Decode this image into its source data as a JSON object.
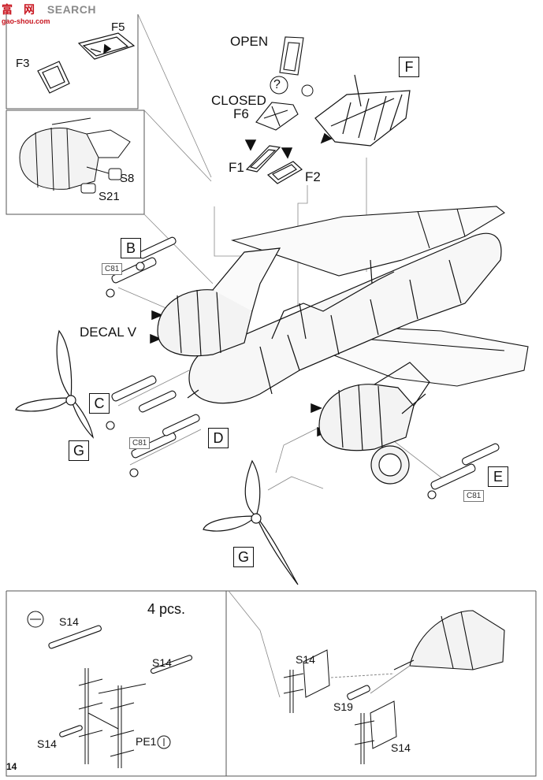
{
  "watermark": {
    "cn": "富",
    "cn2": "网",
    "en": "SEARCH",
    "url": "gao-shou.com"
  },
  "page_number": "14",
  "labels": {
    "F5": "F5",
    "F3": "F3",
    "S8": "S8",
    "S21": "S21",
    "open": "OPEN",
    "closed": "CLOSED",
    "F6": "F6",
    "question": "?",
    "F1": "F1",
    "F2": "F2",
    "decal": "DECAL V",
    "four_pcs": "4 pcs.",
    "S14_a": "S14",
    "S14_b": "S14",
    "S14_c": "S14",
    "S14_d": "S14",
    "S14_e": "S14",
    "S19": "S19",
    "PE1": "PE1"
  },
  "boxes": {
    "F": "F",
    "B": "B",
    "C": "C",
    "D": "D",
    "E": "E",
    "G1": "G",
    "G2": "G"
  },
  "small_boxes": {
    "c81_b": "C81",
    "c81_c": "C81",
    "c81_e": "C81"
  }
}
